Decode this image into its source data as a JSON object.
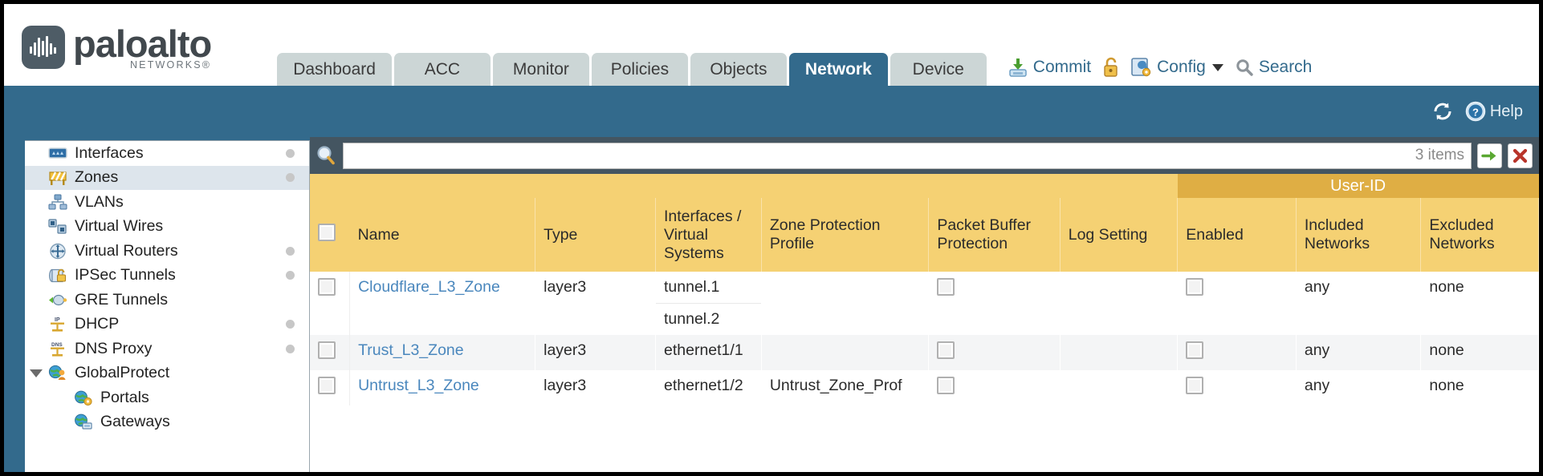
{
  "brand": {
    "name": "paloalto",
    "tagline": "NETWORKS®",
    "logo_icon": "paloalto-waveform-icon"
  },
  "nav_tabs": [
    {
      "label": "Dashboard",
      "active": false
    },
    {
      "label": "ACC",
      "active": false
    },
    {
      "label": "Monitor",
      "active": false
    },
    {
      "label": "Policies",
      "active": false
    },
    {
      "label": "Objects",
      "active": false
    },
    {
      "label": "Network",
      "active": true
    },
    {
      "label": "Device",
      "active": false
    }
  ],
  "top_actions": {
    "commit": {
      "label": "Commit",
      "icon": "commit-save-icon"
    },
    "lock": {
      "label": "",
      "icon": "unlock-padlock-icon"
    },
    "config": {
      "label": "Config",
      "icon": "config-wrench-icon",
      "caret": "chevron-down-icon"
    },
    "search": {
      "label": "Search",
      "icon": "search-magnifier-icon"
    }
  },
  "blueband": {
    "refresh": {
      "label": "",
      "icon": "refresh-icon"
    },
    "help": {
      "label": "Help",
      "icon": "help-question-icon"
    }
  },
  "sidebar": {
    "items": [
      {
        "label": "Interfaces",
        "icon": "interfaces-icon",
        "dot": true,
        "selected": false,
        "child": false,
        "expander": false
      },
      {
        "label": "Zones",
        "icon": "zones-barrier-icon",
        "dot": true,
        "selected": true,
        "child": false,
        "expander": false
      },
      {
        "label": "VLANs",
        "icon": "vlans-icon",
        "dot": false,
        "selected": false,
        "child": false,
        "expander": false
      },
      {
        "label": "Virtual Wires",
        "icon": "virtual-wires-icon",
        "dot": false,
        "selected": false,
        "child": false,
        "expander": false
      },
      {
        "label": "Virtual Routers",
        "icon": "virtual-routers-icon",
        "dot": true,
        "selected": false,
        "child": false,
        "expander": false
      },
      {
        "label": "IPSec Tunnels",
        "icon": "ipsec-tunnels-icon",
        "dot": true,
        "selected": false,
        "child": false,
        "expander": false
      },
      {
        "label": "GRE Tunnels",
        "icon": "gre-tunnels-icon",
        "dot": false,
        "selected": false,
        "child": false,
        "expander": false
      },
      {
        "label": "DHCP",
        "icon": "dhcp-icon",
        "dot": true,
        "selected": false,
        "child": false,
        "expander": false
      },
      {
        "label": "DNS Proxy",
        "icon": "dns-proxy-icon",
        "dot": true,
        "selected": false,
        "child": false,
        "expander": false
      },
      {
        "label": "GlobalProtect",
        "icon": "globalprotect-icon",
        "dot": false,
        "selected": false,
        "child": false,
        "expander": true
      },
      {
        "label": "Portals",
        "icon": "portals-icon",
        "dot": false,
        "selected": false,
        "child": true,
        "expander": false
      },
      {
        "label": "Gateways",
        "icon": "gateways-icon",
        "dot": false,
        "selected": false,
        "child": true,
        "expander": false
      }
    ]
  },
  "search": {
    "value": "",
    "placeholder": "",
    "items_count": "3 items",
    "apply_icon": "green-arrow-apply-icon",
    "clear_icon": "red-x-clear-icon",
    "magnifier_icon": "search-magnifier-icon"
  },
  "table": {
    "group_header": {
      "label": "User-ID",
      "span": 3
    },
    "columns": [
      "Name",
      "Type",
      "Interfaces / Virtual Systems",
      "Zone Protection Profile",
      "Packet Buffer Protection",
      "Log Setting",
      "Enabled",
      "Included Networks",
      "Excluded Networks"
    ],
    "rows": [
      {
        "name": "Cloudflare_L3_Zone",
        "type": "layer3",
        "interfaces": [
          "tunnel.1",
          "tunnel.2"
        ],
        "zone_protection_profile": "",
        "packet_buffer_protection": false,
        "log_setting": "",
        "userid_enabled": false,
        "included_networks": "any",
        "excluded_networks": "none",
        "selected": false,
        "alt": false
      },
      {
        "name": "Trust_L3_Zone",
        "type": "layer3",
        "interfaces": [
          "ethernet1/1"
        ],
        "zone_protection_profile": "",
        "packet_buffer_protection": false,
        "log_setting": "",
        "userid_enabled": false,
        "included_networks": "any",
        "excluded_networks": "none",
        "selected": false,
        "alt": true
      },
      {
        "name": "Untrust_L3_Zone",
        "type": "layer3",
        "interfaces": [
          "ethernet1/2"
        ],
        "zone_protection_profile": "Untrust_Zone_Prof",
        "packet_buffer_protection": false,
        "log_setting": "",
        "userid_enabled": false,
        "included_networks": "any",
        "excluded_networks": "none",
        "selected": false,
        "alt": false
      }
    ]
  },
  "colors": {
    "brand_blue": "#336a8c",
    "header_gold": "#f5d173",
    "group_gold": "#dfae44",
    "link_blue": "#4a87bd",
    "panel_dark": "#445561",
    "tab_inactive": "#ccd6d6"
  }
}
